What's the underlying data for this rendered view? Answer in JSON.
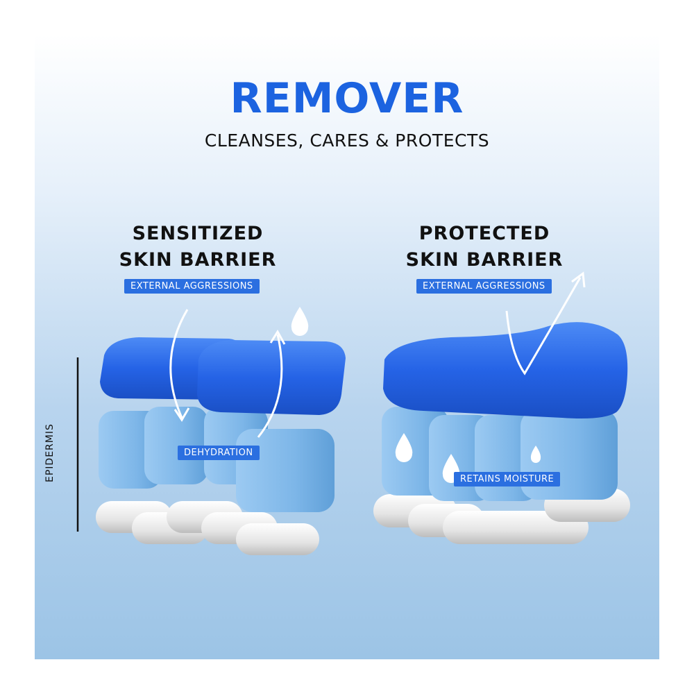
{
  "header": {
    "title": "REMOVER",
    "subtitle": "CLEANSES, CARES & PROTECTS"
  },
  "left": {
    "heading_line1": "SENSITIZED",
    "heading_line2": "SKIN BARRIER",
    "tag_aggressions": "EXTERNAL AGGRESSIONS",
    "tag_effect": "DEHYDRATION"
  },
  "right": {
    "heading_line1": "PROTECTED",
    "heading_line2": "SKIN BARRIER",
    "tag_aggressions": "EXTERNAL AGGRESSIONS",
    "tag_effect": "RETAINS MOISTURE"
  },
  "side_label": "EPIDERMIS",
  "colors": {
    "brand_blue": "#1c63e0",
    "top_layer": "#2f6ff0",
    "cell_blue": "#7fb9ea",
    "fiber_white": "#e8e8e8"
  }
}
